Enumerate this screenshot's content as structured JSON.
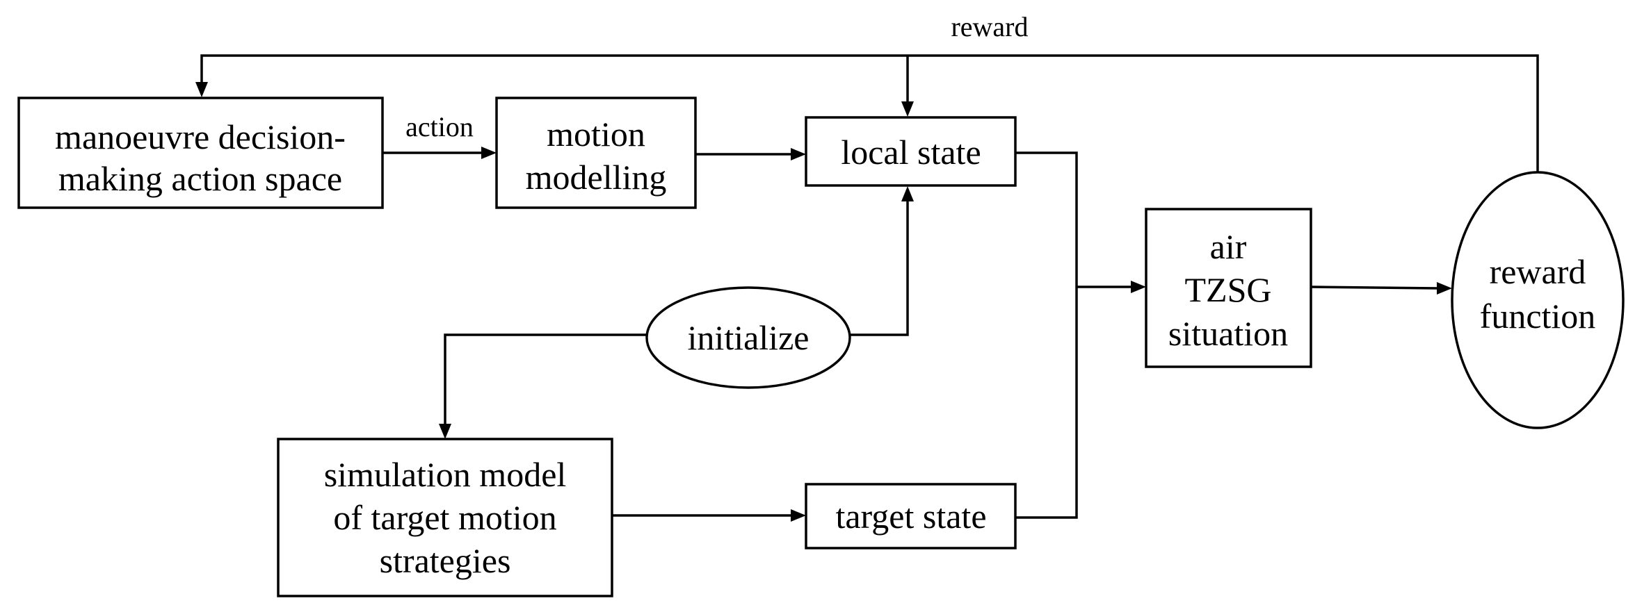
{
  "diagram": {
    "nodes": {
      "action_space": {
        "lines": [
          "manoeuvre decision-",
          "making action space"
        ]
      },
      "motion_modelling": {
        "lines": [
          "motion",
          "modelling"
        ]
      },
      "local_state": {
        "lines": [
          "local state"
        ]
      },
      "initialize": {
        "lines": [
          "initialize"
        ]
      },
      "simulation_model": {
        "lines": [
          "simulation model",
          "of target motion",
          "strategies"
        ]
      },
      "target_state": {
        "lines": [
          "target state"
        ]
      },
      "air_tzsg": {
        "lines": [
          "air",
          "TZSG",
          "situation"
        ]
      },
      "reward_function": {
        "lines": [
          "reward",
          "function"
        ]
      }
    },
    "edge_labels": {
      "action": "action",
      "reward": "reward"
    }
  }
}
